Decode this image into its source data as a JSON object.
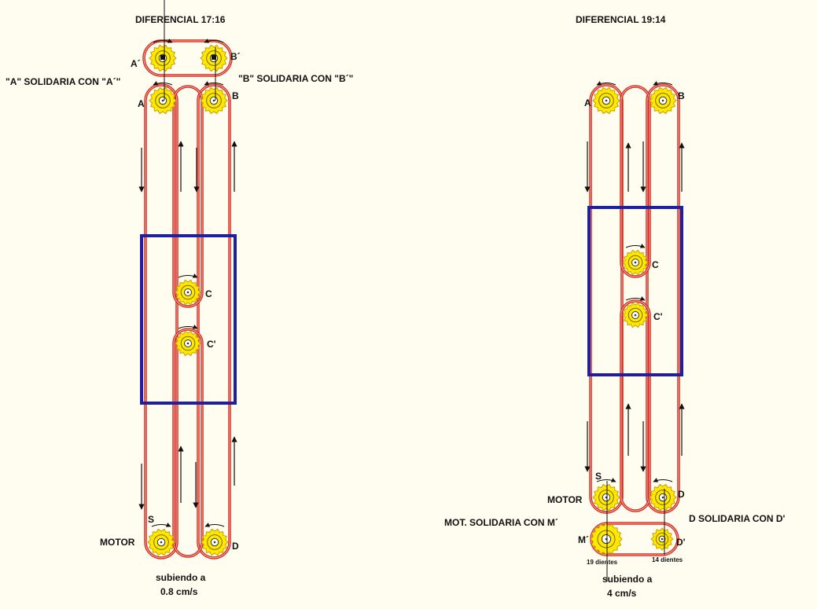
{
  "left": {
    "title": "DIFERENCIAL 17:16",
    "note_a": "\"A\" SOLIDARIA CON \"A´\"",
    "note_b": "\"B\" SOLIDARIA CON \"B´\"",
    "labels": {
      "a_prime": "A´",
      "b_prime": "B´",
      "a": "A",
      "b": "B",
      "c": "C",
      "c_prime": "C'",
      "s": "S",
      "motor": "MOTOR",
      "d": "D"
    },
    "speed_line1": "subiendo a",
    "speed_line2": "0.8 cm/s"
  },
  "right": {
    "title": "DIFERENCIAL 19:14",
    "note_m": "MOT. SOLIDARIA CON M´",
    "note_d": "D SOLIDARIA CON D'",
    "labels": {
      "a": "A",
      "b": "B",
      "c": "C",
      "c_prime": "C'",
      "s": "S",
      "motor": "MOTOR",
      "d": "D",
      "m_prime": "M´",
      "d_prime": "D'"
    },
    "teeth_m": "19 dientes",
    "teeth_d": "14 dientes",
    "speed_line1": "subiendo a",
    "speed_line2": "4 cm/s"
  },
  "colors": {
    "background": "#fffcf0",
    "belt": "#d42a1e",
    "belt_inner": "#f4b0a8",
    "sprocket_fill": "#ffe800",
    "sprocket_edge": "#c8a000",
    "box": "#1f1fa0",
    "ink": "#111111"
  }
}
